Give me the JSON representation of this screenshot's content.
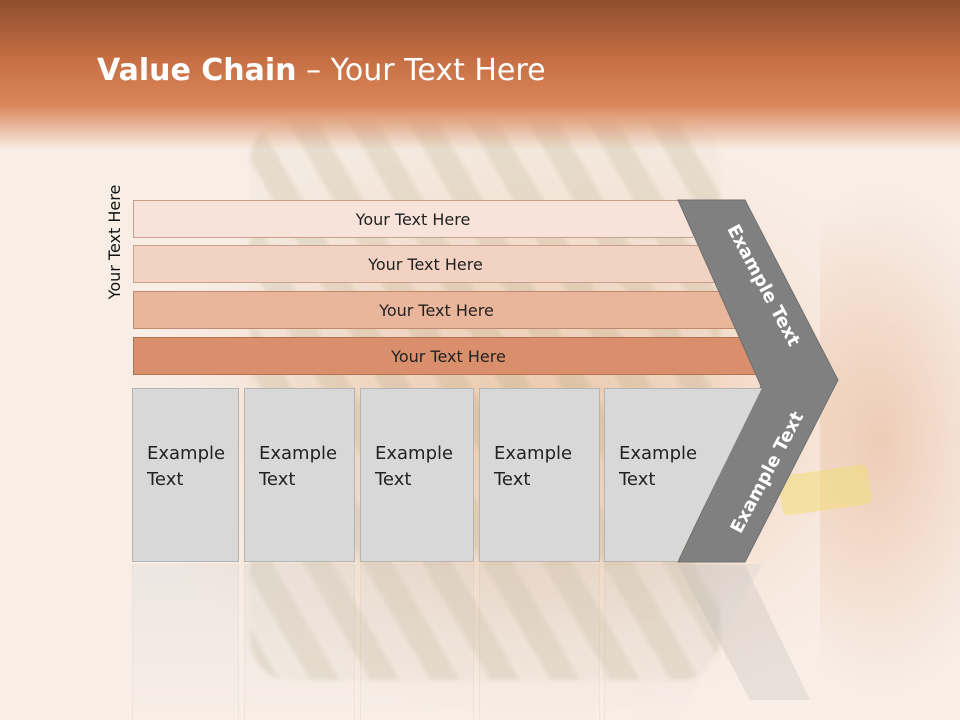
{
  "title": {
    "bold": "Value Chain",
    "rest": " – Your Text Here"
  },
  "side_label": "Your Text Here",
  "bars": [
    {
      "label": "Your Text Here"
    },
    {
      "label": "Your Text Here"
    },
    {
      "label": "Your Text Here"
    },
    {
      "label": "Your Text Here"
    }
  ],
  "boxes": [
    {
      "line1": "Example",
      "line2": "Text"
    },
    {
      "line1": "Example",
      "line2": "Text"
    },
    {
      "line1": "Example",
      "line2": "Text"
    },
    {
      "line1": "Example",
      "line2": "Text"
    },
    {
      "line1": "Example",
      "line2": "Text"
    }
  ],
  "chevron": {
    "top_label": "Example Text",
    "bottom_label": "Example Text"
  },
  "colors": {
    "header": "#c66f44",
    "bar1": "#f7e3da",
    "bar2": "#f2d2c2",
    "bar3": "#e9b59b",
    "bar4": "#d98f6b",
    "chevron": "#808080",
    "box": "#d8d8d8"
  }
}
